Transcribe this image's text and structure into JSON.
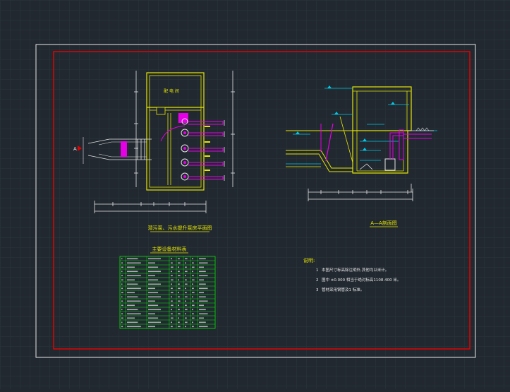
{
  "colors": {
    "background": "#212830",
    "grid": "#2b333c",
    "outer_frame": "#e6e6e6",
    "inner_frame": "#e60000",
    "wall": "#e6e600",
    "pipe": "#e600e6",
    "dimension": "#e6e6e6",
    "table": "#00e600",
    "label": "#00e6e6",
    "water": "#00c8e6",
    "notes_text": "#e6e6e6"
  },
  "plan_view": {
    "title": "潜污泵、污水提升泵房平面图",
    "room_label": "配 电 间",
    "section_marker": "A"
  },
  "section_view": {
    "title": "A—A剖面图"
  },
  "equipment_table": {
    "title": "主要设备材料表",
    "rows": 17,
    "columns": 8
  },
  "notes": {
    "heading": "说明:",
    "items": [
      {
        "num": "1",
        "text": "本图尺寸标高除注明外,其他均以米计。"
      },
      {
        "num": "2",
        "text": "图中 ±0.000 相当于绝对标高1108.400 米。"
      },
      {
        "num": "3",
        "text": "管材采用钢管及1 标准。"
      }
    ]
  }
}
